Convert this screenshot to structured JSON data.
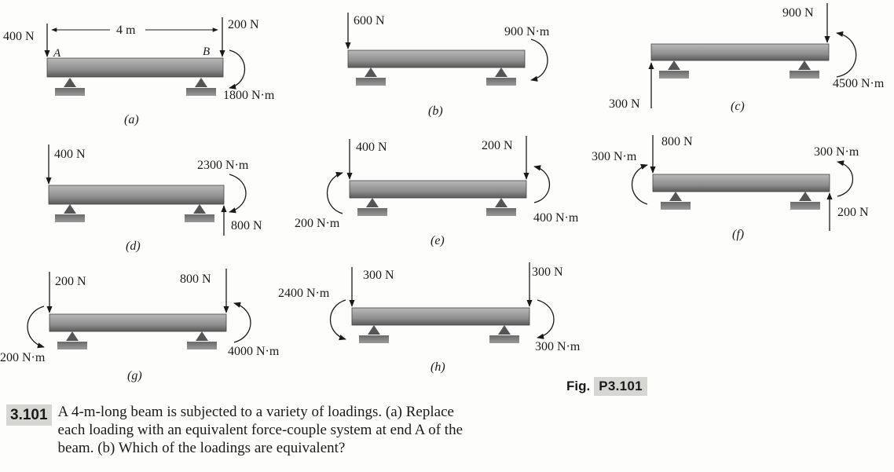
{
  "figure": {
    "title": "Fig.",
    "number": "P3.101",
    "panels": [
      {
        "id": "a",
        "caption": "(a)",
        "labels": [
          "400 N",
          "4 m",
          "200 N",
          "A",
          "B",
          "1800 N·m"
        ]
      },
      {
        "id": "b",
        "caption": "(b)",
        "labels": [
          "600 N",
          "900 N·m"
        ]
      },
      {
        "id": "c",
        "caption": "(c)",
        "labels": [
          "900 N",
          "4500 N·m",
          "300 N"
        ]
      },
      {
        "id": "d",
        "caption": "(d)",
        "labels": [
          "400 N",
          "2300 N·m",
          "800 N"
        ]
      },
      {
        "id": "e",
        "caption": "(e)",
        "labels": [
          "400 N",
          "200 N",
          "200 N·m",
          "400 N·m"
        ]
      },
      {
        "id": "f",
        "caption": "(f)",
        "labels": [
          "800 N",
          "300 N·m",
          "300 N·m",
          "200 N"
        ]
      },
      {
        "id": "g",
        "caption": "(g)",
        "labels": [
          "200 N",
          "800 N",
          "200 N·m",
          "4000 N·m"
        ]
      },
      {
        "id": "h",
        "caption": "(h)",
        "labels": [
          "300 N",
          "300 N",
          "2400 N·m",
          "300 N·m"
        ]
      }
    ]
  },
  "problem": {
    "number": "3.101",
    "lines": [
      "A 4-m-long beam is subjected to a variety of loadings. (a) Replace",
      "each loading with an equivalent force-couple system at end A of the",
      "beam. (b) Which of the loadings are equivalent?"
    ]
  }
}
